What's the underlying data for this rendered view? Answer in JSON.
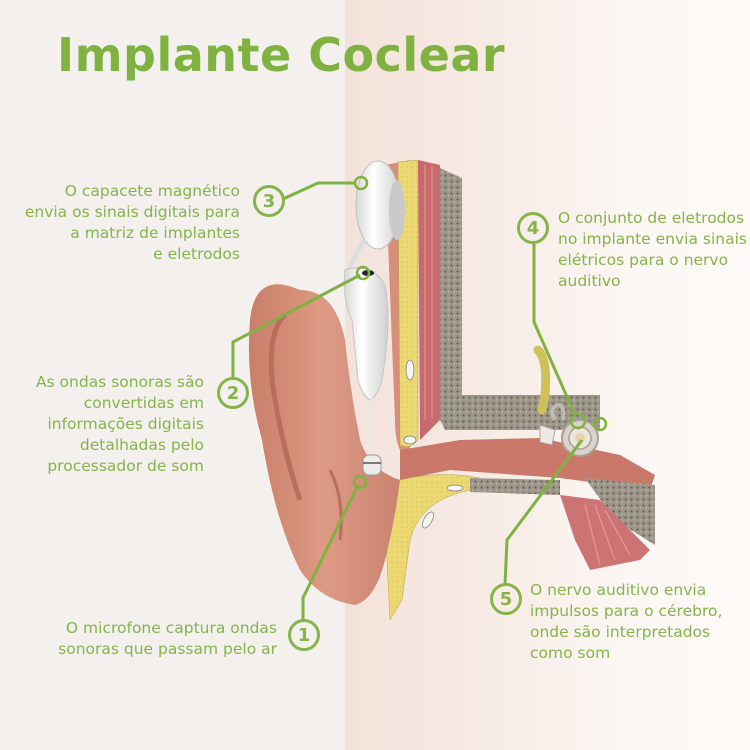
{
  "title": "Implante Coclear",
  "colors": {
    "accent_green": "#7fb241",
    "text_green": "#86b34a",
    "background_left": "#f3f0ee",
    "background_right": "#f7ebe5",
    "skin": "#d8907a",
    "fat_yellow": "#e8d56a",
    "muscle_red": "#c96a6a",
    "bone_gray": "#8a8478",
    "device_white": "#f2f2f2"
  },
  "callouts": [
    {
      "number": "1",
      "lines": [
        "O microfone captura ondas",
        "sonoras que passam pelo ar"
      ]
    },
    {
      "number": "2",
      "lines": [
        "As ondas sonoras são",
        "convertidas em",
        "informações digitais",
        "detalhadas pelo",
        "processador de som"
      ]
    },
    {
      "number": "3",
      "lines": [
        "O capacete magnético",
        "envia os sinais digitais para",
        "a matriz de implantes",
        "e eletrodos"
      ]
    },
    {
      "number": "4",
      "lines": [
        "O conjunto de eletrodos",
        "no implante envia sinais",
        "elétricos para o nervo",
        "auditivo"
      ]
    },
    {
      "number": "5",
      "lines": [
        "O nervo auditivo envia",
        "impulsos para o cérebro,",
        "onde são interpretados",
        "como som"
      ]
    }
  ],
  "illustration": {
    "subject": "ear-cross-section-with-cochlear-implant",
    "parts": [
      "outer-ear",
      "magnetic-headpiece",
      "sound-processor",
      "microphone",
      "ear-canal",
      "skull-layers",
      "auditory-nerve",
      "cochlea",
      "ossicles",
      "eardrum-muscle"
    ]
  }
}
